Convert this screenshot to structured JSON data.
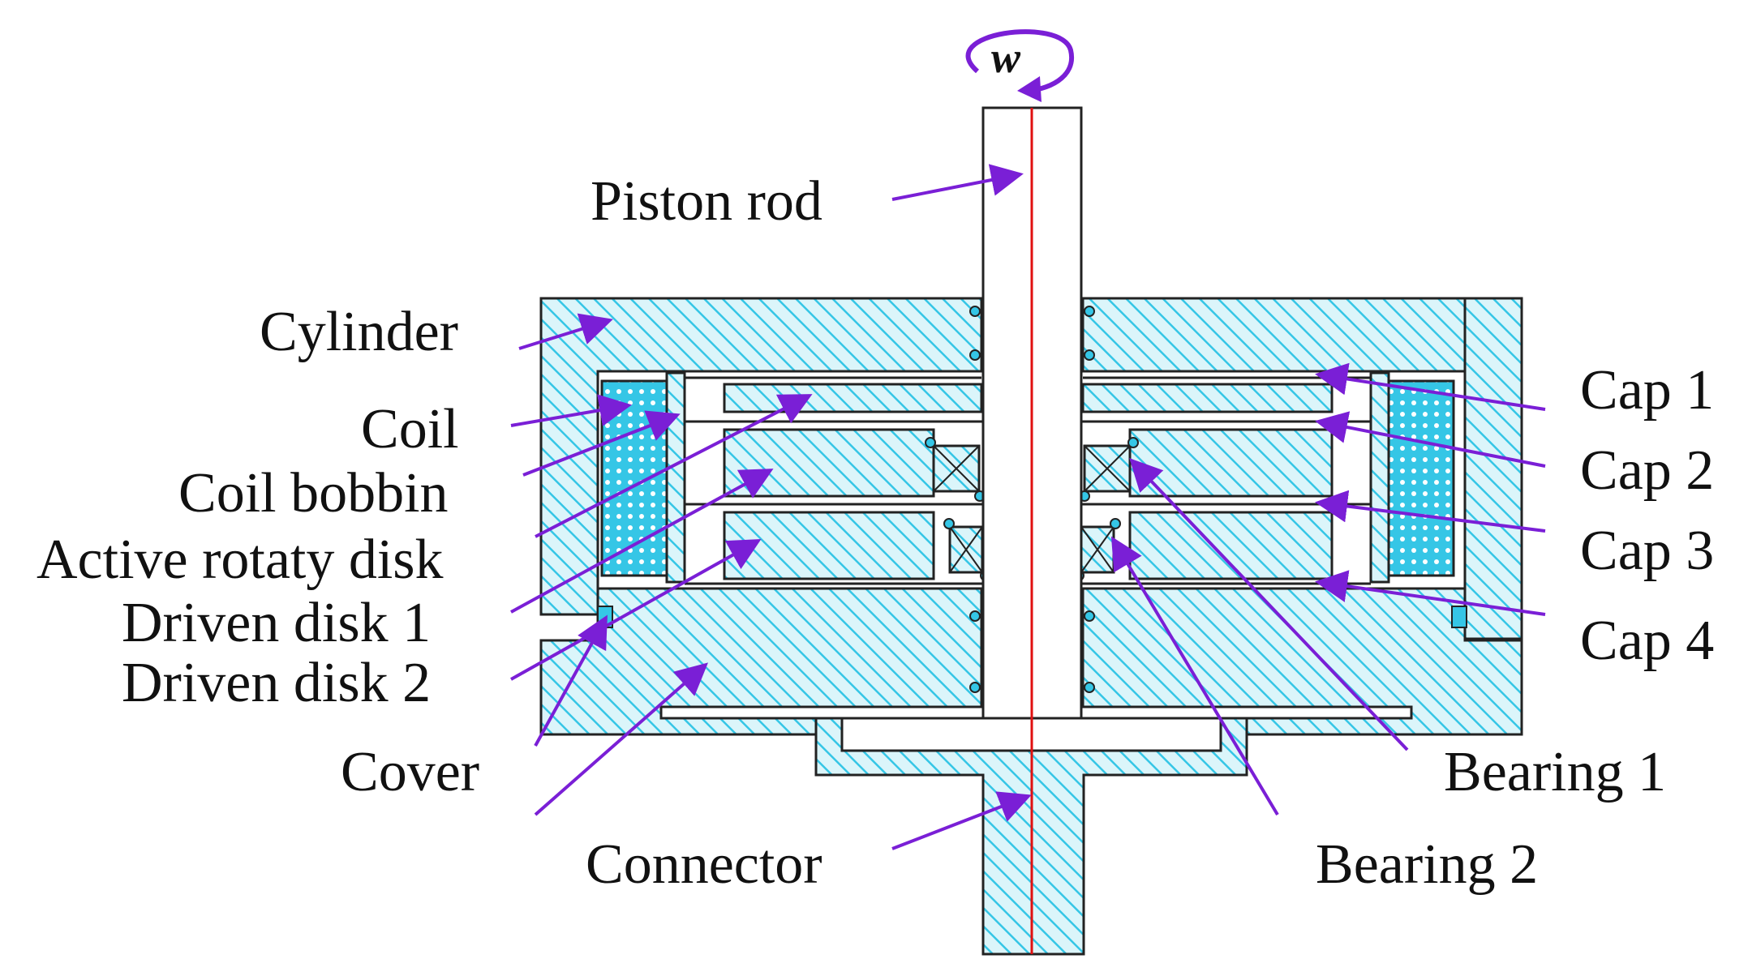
{
  "colors": {
    "hatch_fill": "#35c6e6",
    "outline": "#222222",
    "leader": "#7a1fd6",
    "axis": "#e01010",
    "background": "#ffffff"
  },
  "symbol": "w",
  "labels": {
    "piston_rod": "Piston rod",
    "cylinder": "Cylinder",
    "coil": "Coil",
    "coil_bobbin": "Coil bobbin",
    "active_disk": "Active rotaty disk",
    "driven_disk_1": "Driven disk 1",
    "driven_disk_2": "Driven disk 2",
    "cover": "Cover",
    "connector": "Connector",
    "cap_1": "Cap 1",
    "cap_2": "Cap 2",
    "cap_3": "Cap 3",
    "cap_4": "Cap 4",
    "bearing_1": "Bearing 1",
    "bearing_2": "Bearing 2"
  }
}
